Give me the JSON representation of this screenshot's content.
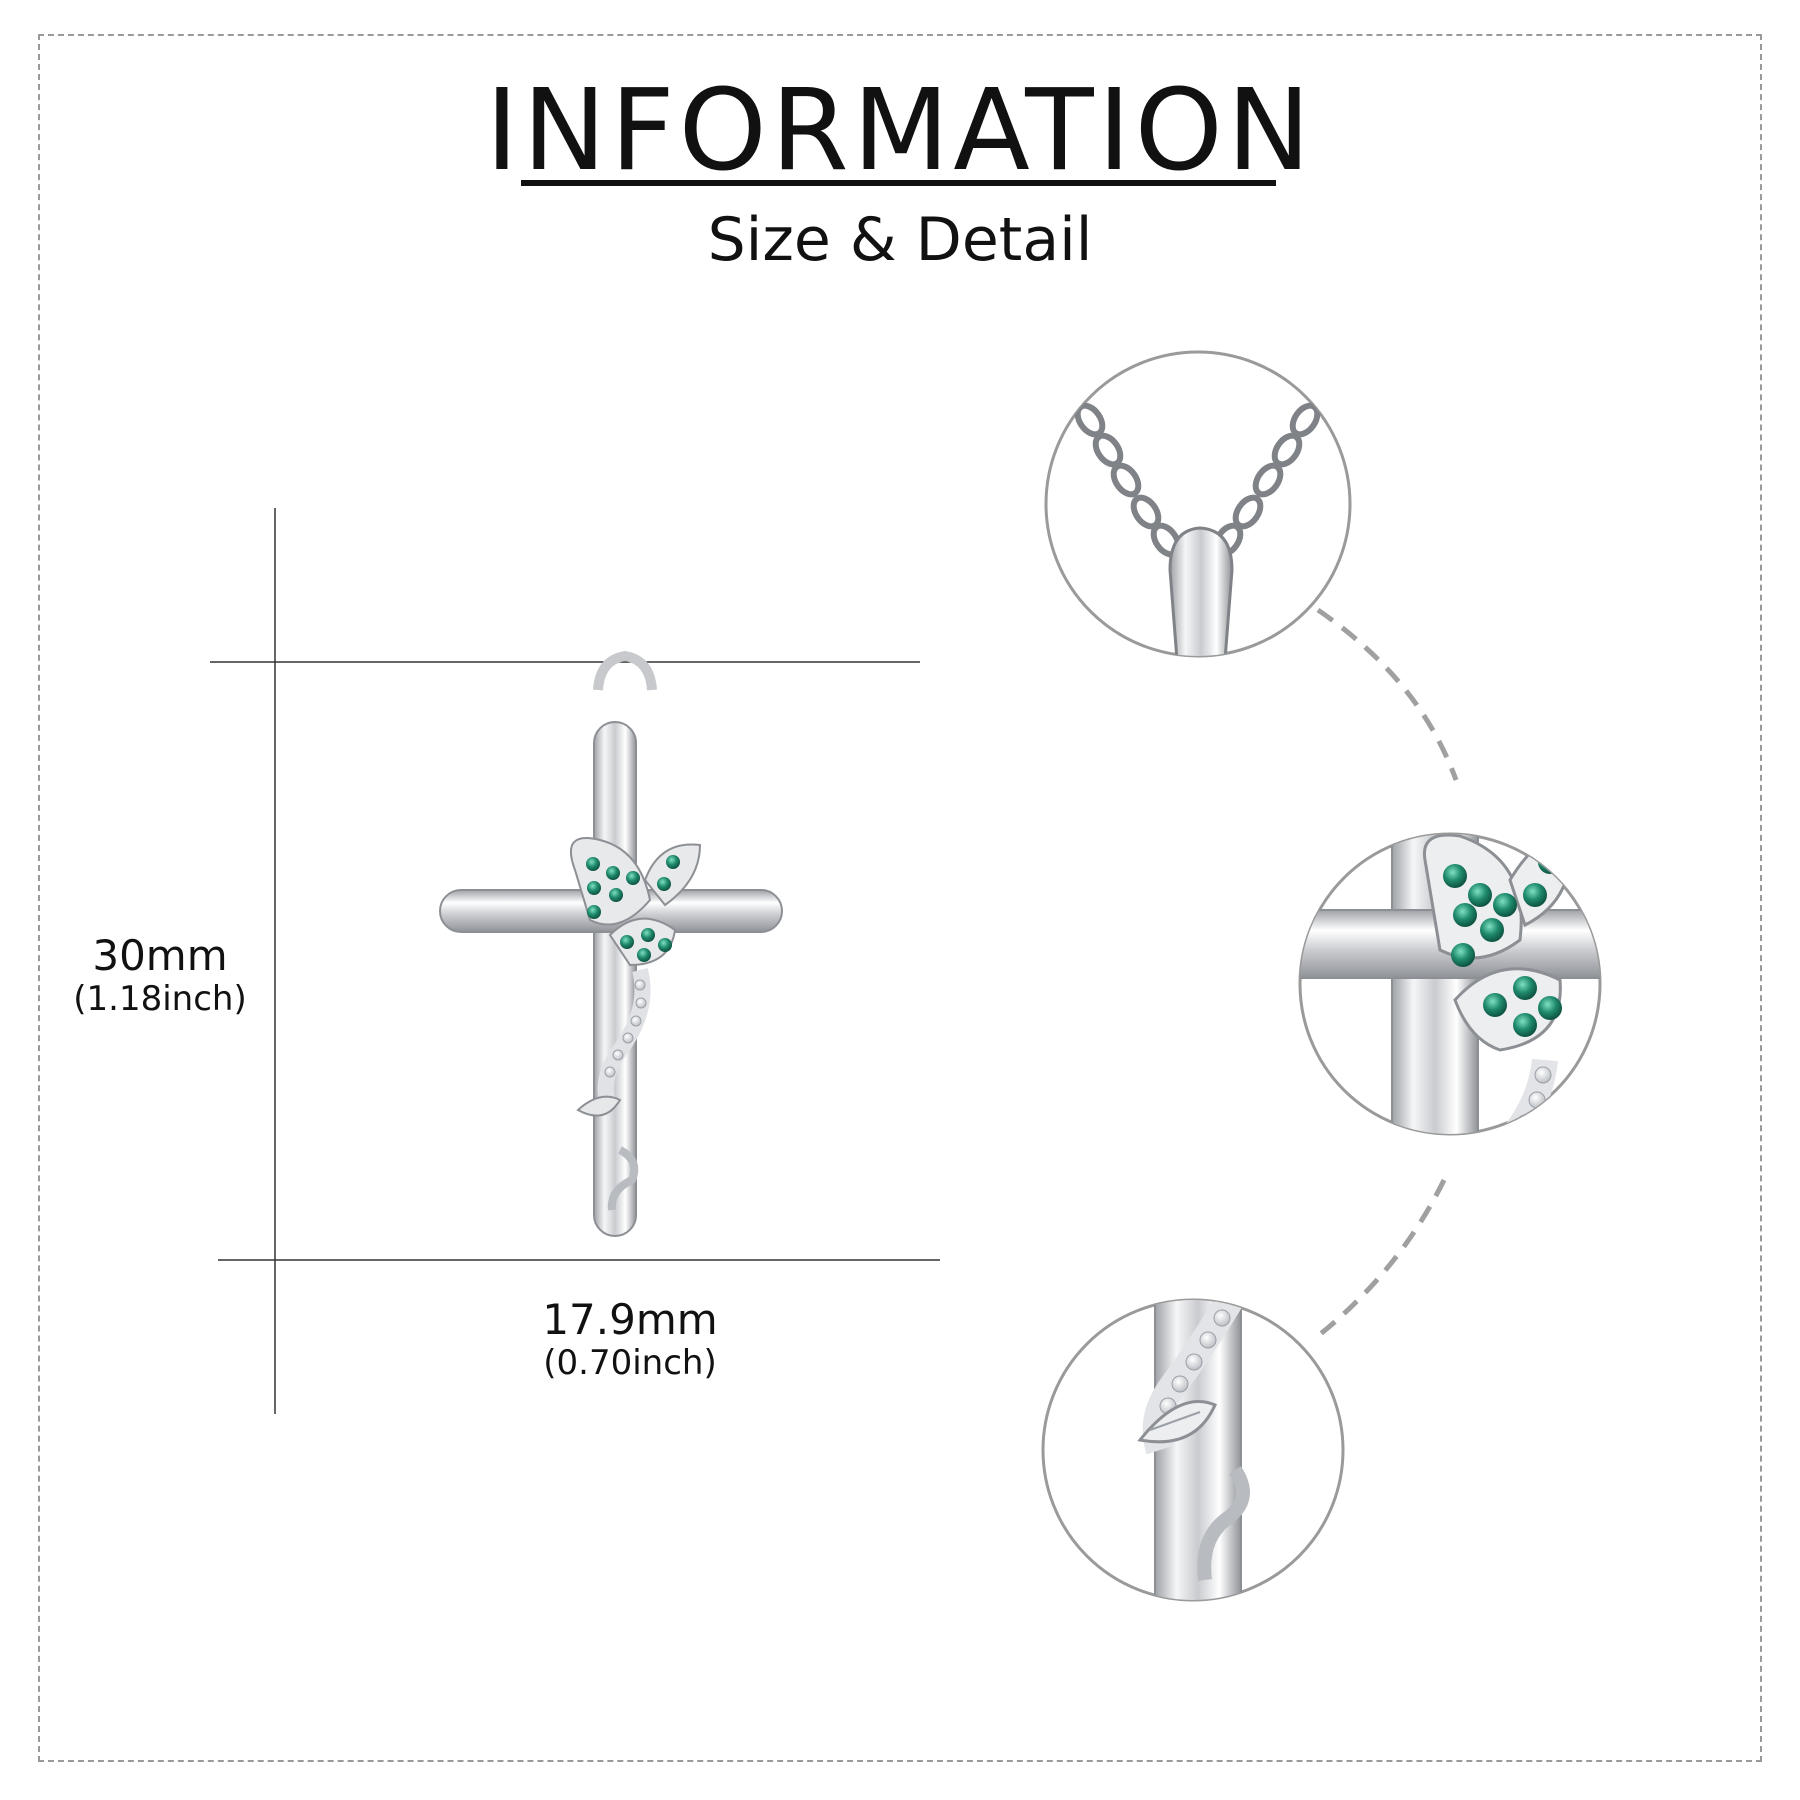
{
  "header": {
    "title": "INFORMATION",
    "subtitle": "Size & Detail"
  },
  "dimensions": {
    "height": {
      "mm": "30mm",
      "inch": "(1.18inch)"
    },
    "width": {
      "mm": "17.9mm",
      "inch": "(0.70inch)"
    }
  },
  "colors": {
    "frame": "#9a9a9a",
    "metal": "#d9dadc",
    "gem_green": "#1f8a6d",
    "gem_clear": "#f4f6f8",
    "line": "#333333"
  },
  "icons": {
    "main": "cross-pendant-icon",
    "detail_chain": "chain-bail-detail",
    "detail_butterfly": "butterfly-detail",
    "detail_vine": "vine-leaf-detail"
  }
}
